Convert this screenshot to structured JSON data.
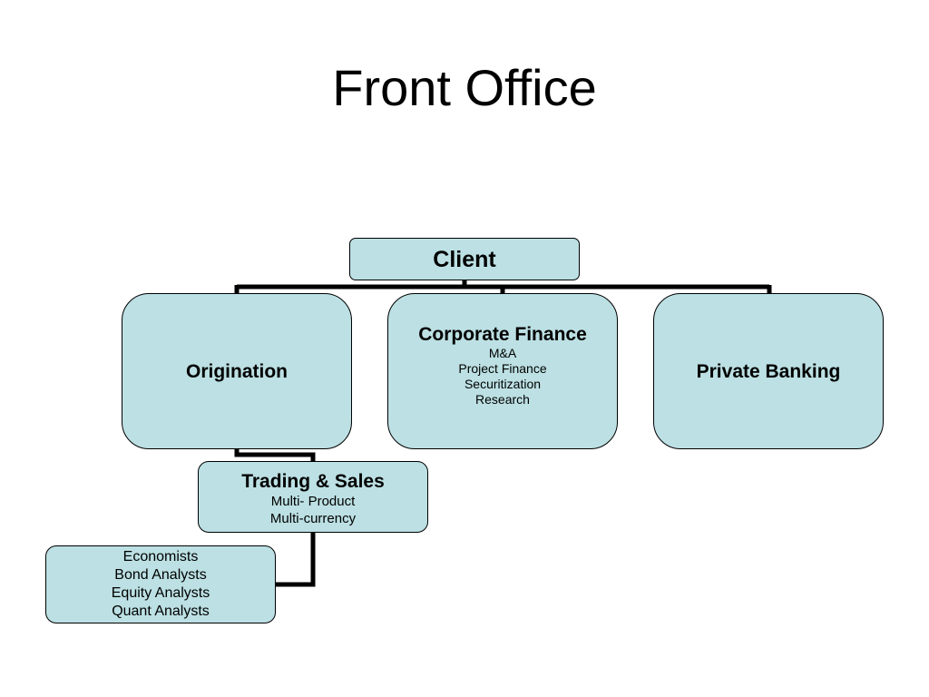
{
  "slide": {
    "title": "Front Office"
  },
  "org_chart": {
    "client": {
      "label": "Client"
    },
    "origination": {
      "label": "Origination"
    },
    "corporate_finance": {
      "label": "Corporate Finance",
      "items": [
        "M&A",
        "Project Finance",
        "Securitization",
        "Research"
      ]
    },
    "private_banking": {
      "label": "Private Banking"
    },
    "trading_sales": {
      "label": "Trading & Sales",
      "items": [
        "Multi- Product",
        "Multi-currency"
      ]
    },
    "research_staff": {
      "items": [
        "Economists",
        "Bond Analysts",
        "Equity Analysts",
        "Quant Analysts"
      ]
    },
    "colors": {
      "box_fill": "#bce0e3",
      "box_border": "#000000",
      "connector": "#000000"
    }
  }
}
